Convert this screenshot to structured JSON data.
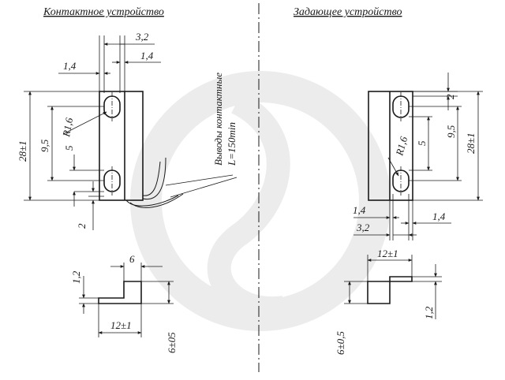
{
  "left_title": "Контактное устройство",
  "right_title": "Задающее устройство",
  "left": {
    "dim_3_2": "3,2",
    "dim_1_4_left": "1,4",
    "dim_1_4_right": "1,4",
    "dim_28": "28±1",
    "dim_9_5": "9,5",
    "dim_r16": "R1,6",
    "dim_5": "5",
    "dim_2": "2",
    "leads_line1": "Выводы контактные",
    "leads_line2": "L=150min",
    "dim_6": "6",
    "dim_1_2": "1,2",
    "dim_12": "12±1",
    "dim_6_05": "6±05"
  },
  "right": {
    "dim_2": "2",
    "dim_r16": "R1,6",
    "dim_9_5": "9,5",
    "dim_28": "28±1",
    "dim_5": "5",
    "dim_1_4_left": "1,4",
    "dim_1_4_right": "1,4",
    "dim_3_2": "3,2",
    "dim_12": "12±1",
    "dim_6_05": "6±0,5",
    "dim_1_2": "1,2"
  }
}
